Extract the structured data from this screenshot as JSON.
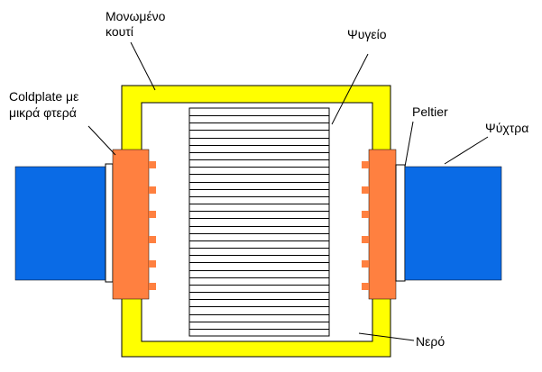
{
  "labels": {
    "insulated_box_line1": "Μονωμένο",
    "insulated_box_line2": "κουτί",
    "fridge": "Ψυγείο",
    "coldplate_line1": "Coldplate με",
    "coldplate_line2": "μικρά φτερά",
    "peltier": "Peltier",
    "cooler": "Ψύχτρα",
    "water": "Νερό"
  },
  "colors": {
    "insulation": "#ffff00",
    "heatsink": "#0a6be6",
    "coldplate": "#ff8040",
    "peltier_strip": "#ffffff",
    "fins": "#000000",
    "background": "#ffffff"
  },
  "fridge_fin_count": 30
}
